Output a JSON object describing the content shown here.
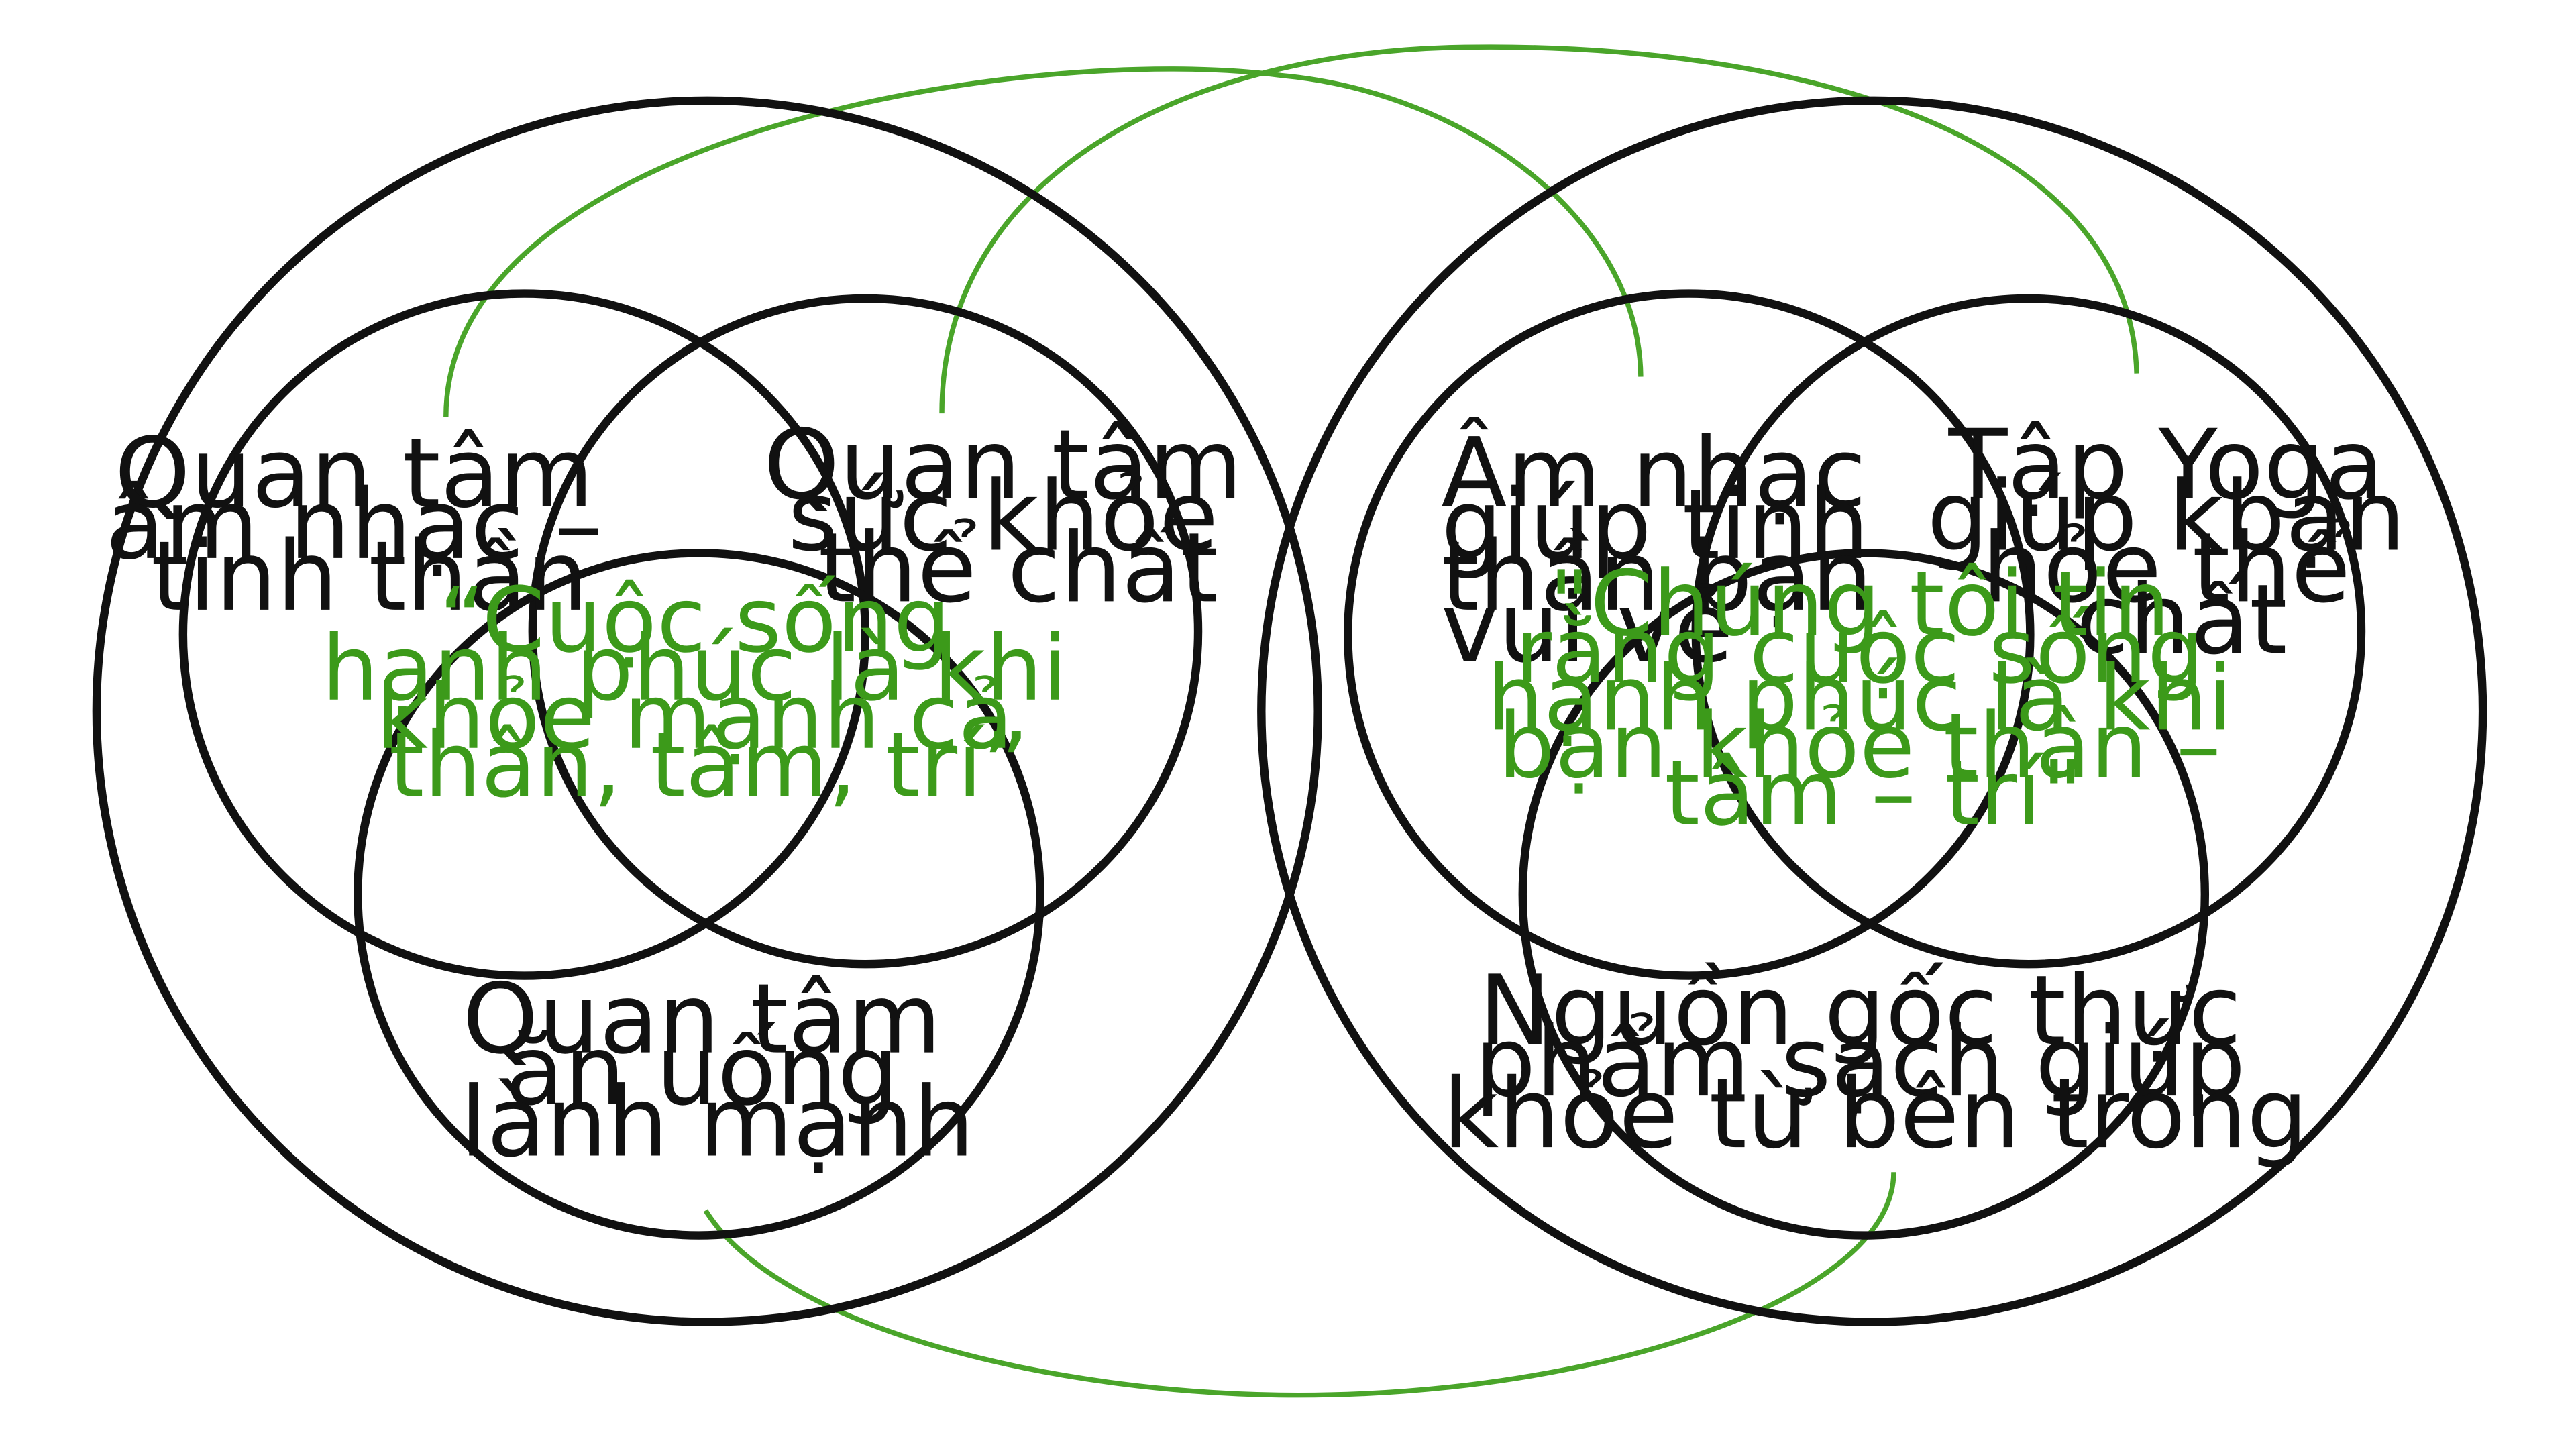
{
  "left": {
    "top_left": [
      "Quan tâm",
      "âm nhạc –",
      "tinh thần"
    ],
    "top_right": [
      "Quan tâm",
      "sức khỏe",
      "thể chất"
    ],
    "bottom": [
      "Quan tâm",
      "ăn uống",
      "lành mạnh"
    ],
    "center_quote": [
      "“Cuộc sống",
      "hạnh phúc là khi",
      "khỏe mạnh cả",
      "thân, tâm, trí”"
    ]
  },
  "right": {
    "top_left": [
      "Âm nhạc",
      "giúp tinh",
      "thần bạn",
      "vui vẻ"
    ],
    "top_right": [
      "Tập Yoga",
      "giúp kbạn",
      "hỏe thể",
      "chất"
    ],
    "bottom": [
      "Nguồn gốc thực",
      "phẩm sạch giúp",
      "khỏe từ bên trong"
    ],
    "center_quote": [
      "\"Chúng tôi tin",
      "rằng cuộc sống",
      "hạnh phúc là khi",
      "bạn khỏe thân –",
      "tâm – trí\""
    ]
  },
  "colors": {
    "outline": "#111111",
    "connector": "#4aa52a",
    "quote_text": "#3c9a1a"
  }
}
